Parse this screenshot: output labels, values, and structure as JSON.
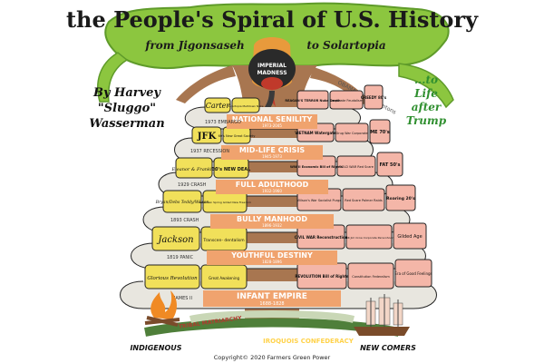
{
  "title": {
    "line1": "the People's Spiral of U.S. History",
    "from": "from Jigonsaseh",
    "to": "to Solartopia"
  },
  "byline": {
    "line1": "By Harvey",
    "line2": "\"Sluggo\"",
    "line3": "Wasserman"
  },
  "after": {
    "line1": "...to",
    "line2": "Life",
    "line3": "after",
    "line4": "Trump"
  },
  "snake": {
    "line1": "IMPERIAL",
    "line2": "MADNESS"
  },
  "obama_note": "OBAMA Bushes Clintons",
  "eras": {
    "neutered": "NATIONAL SENILITY",
    "neutered_years": "1973-2045",
    "mid_life": "MID-LIFE CRISIS",
    "mid_life_years": "1945-1973",
    "full_adulthood": "FULL ADULTHOOD",
    "full_adulthood_years": "1932-1960",
    "bully": "BULLY MANHOOD",
    "bully_years": "1896-1932",
    "youthful": "YOUTHFUL DESTINY",
    "youthful_years": "1828-1896",
    "infant": "INFANT EMPIRE",
    "infant_years": "1688-1828"
  },
  "crises": {
    "c1973": "1973 EMBARGO",
    "c1937": "1937 RECESSION",
    "c1929": "1929 CRASH",
    "c1893": "1893 CRASH",
    "c1819": "1819 PANIC",
    "james": "JAMES II"
  },
  "left": {
    "carter": "Carter",
    "solartopia": "Solartopia Meltdown Nuke",
    "jfk": "JFK",
    "sixties": "60's New Great Society",
    "eleanor": "Eleanor & Franklin",
    "thirties": "30's NEW DEAL",
    "bryan": "Bryan/Debs Teddy/Wilson",
    "bohemian": "Bohemian Spring Gilded New Freedom",
    "jackson": "Jackson",
    "transcend": "Transcen- dentalism",
    "glorious": "Glorious Revolution",
    "great_awakening": "Great Awakening"
  },
  "right": {
    "reagans": "REAGAN'S TERROR Nuke Death",
    "corporate": "Corporate Feudalism",
    "greedy": "GREEDY 80's",
    "vietnam": "VIETNAM Watergate",
    "drug_war": "Drug War Corporate",
    "me": "ME 70's",
    "ww2": "WW II Economic Bill of Rights",
    "cold_war": "COLD WAR Red Scare",
    "fat": "FAT 50's",
    "wilsons": "Wilson's War Socialist Purge",
    "red_scare": "Red Scare Palmer Raids",
    "roaring": "Roaring 20's",
    "civil_war": "CIVIL WAR Reconstruction",
    "kkk": "KKK Jim Crow Corporate Personhood",
    "gilded": "Gilded Age",
    "revolution": "REVOLUTION Bill of Rights",
    "constitution": "Constitution Federalism",
    "era_good": "Era of Good Feelings"
  },
  "base": {
    "tribal": "TRIBAL MATRIARCHY",
    "iroquois": "IROQUOIS CONFEDERACY",
    "indigenous": "INDIGENOUS",
    "newcomers": "NEW COMERS"
  },
  "copyright": "Copyright© 2020 Farmers Green Power",
  "colors": {
    "canopy": "#8cc63f",
    "canopy_dark": "#5f9b2a",
    "trunk": "#a87650",
    "spiral": "#e8e6df",
    "yellow": "#f1e05a",
    "pink": "#f4b6a8",
    "mid": "#f0a36e"
  }
}
